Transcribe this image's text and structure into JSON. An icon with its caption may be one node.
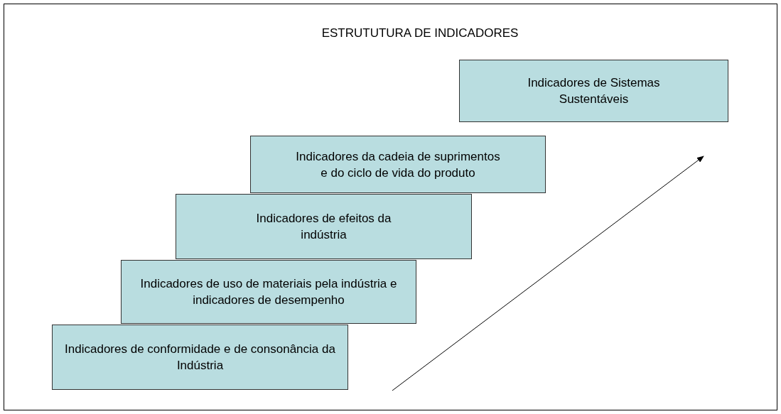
{
  "diagram": {
    "title": "ESTRUTUTURA DE INDICADORES",
    "nodes": [
      {
        "text": [
          "Indicadores de Sistemas Sustentáveis"
        ]
      },
      {
        "text": [
          "Indicadores da cadeia de suprimentos e do ciclo de vida do produto"
        ]
      },
      {
        "text": [
          "Indicadores de efeitos da indústria"
        ]
      },
      {
        "text": [
          "Indicadores de uso de materiais pela indústria e indicadores de desempenho"
        ]
      },
      {
        "text": [
          "Indicadores de conformidade e de consonância da Indústria"
        ]
      }
    ]
  }
}
